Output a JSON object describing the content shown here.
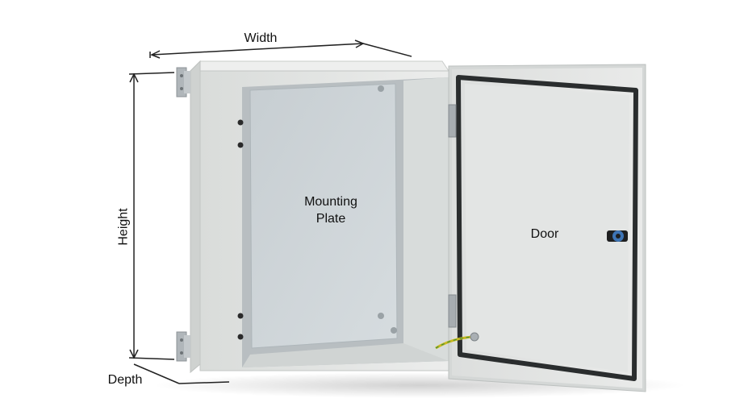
{
  "labels": {
    "width": "Width",
    "height": "Height",
    "depth": "Depth",
    "mounting_plate_line1": "Mounting",
    "mounting_plate_line2": "Plate",
    "door": "Door"
  },
  "colors": {
    "enclosure_body": "#e4e6e4",
    "enclosure_shadow": "#cfd2cf",
    "mounting_plate": "#cdd4d7",
    "door_panel": "#e2e4e3",
    "door_gasket": "#2a2d2e",
    "hardware": "#a9afb3",
    "dimension_line": "#222222",
    "ground_wire": "#c8b820"
  },
  "icons": [
    "wall-bracket-icon",
    "hinge-icon",
    "lock-icon",
    "ground-wire-icon"
  ]
}
